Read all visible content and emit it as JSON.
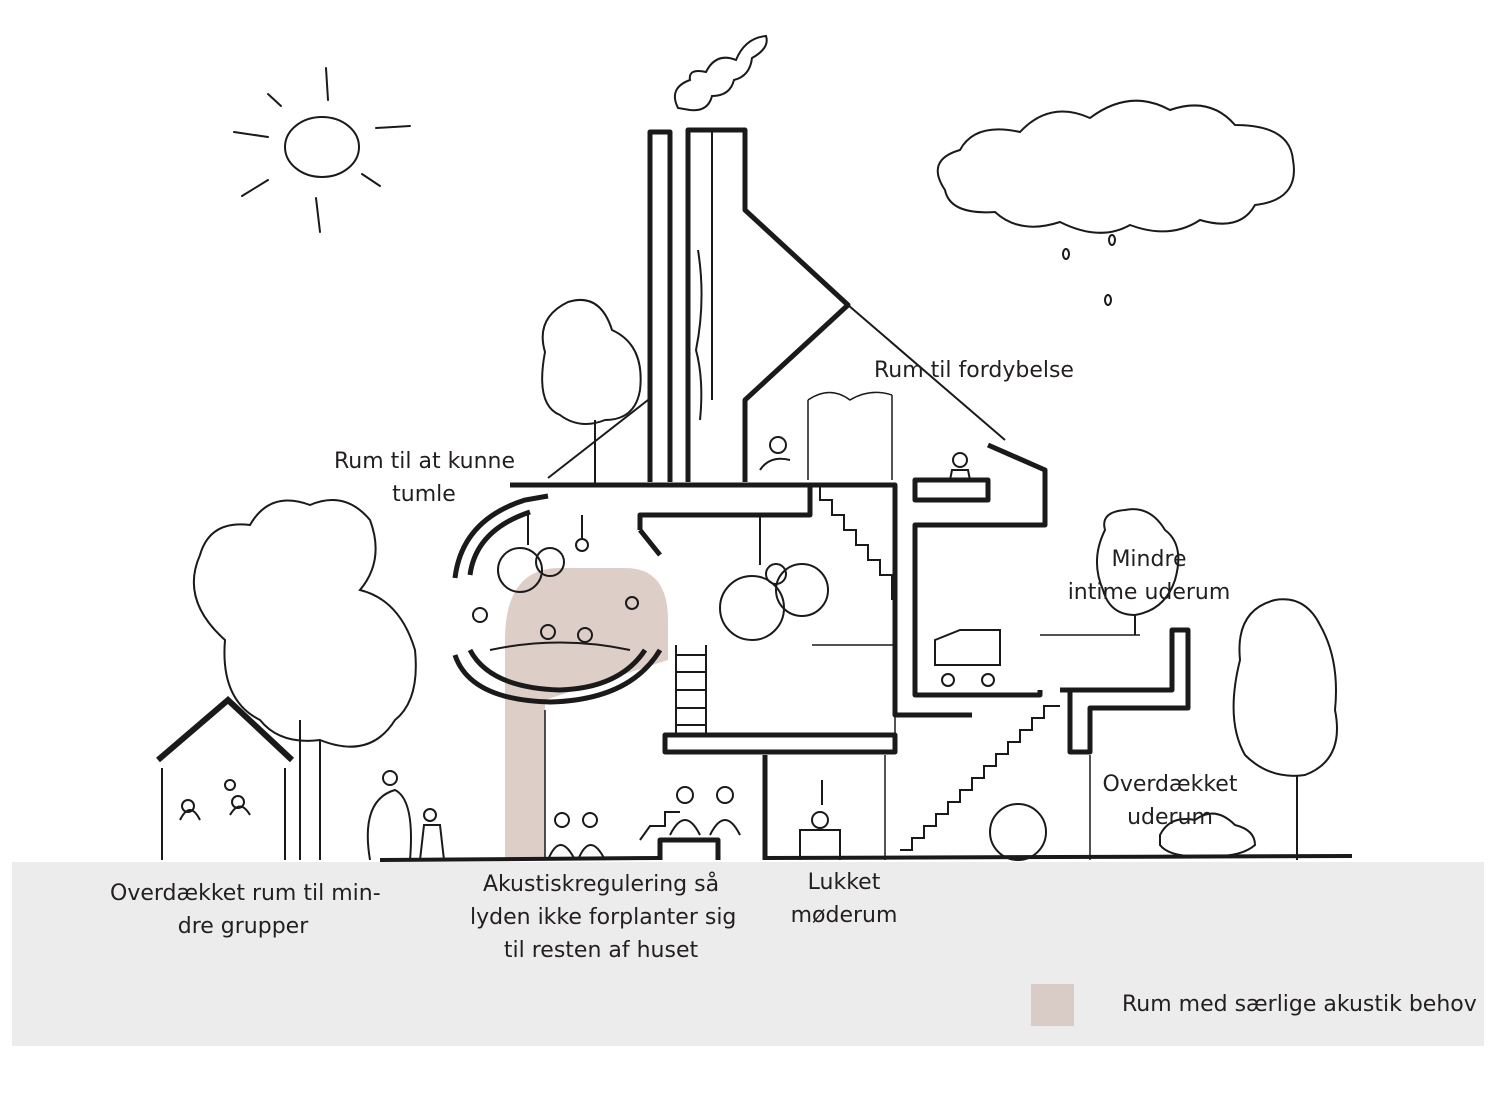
{
  "labels": {
    "fordybelse": "Rum til fordybelse",
    "tumle_1": "Rum til at kunne",
    "tumle_2": "tumle",
    "mindre_1": "Mindre",
    "mindre_2": "intime uderum",
    "overdaekket_uderum_1": "Overdækket",
    "overdaekket_uderum_2": "uderum",
    "grupper_1": "Overdækket rum til min-",
    "grupper_2": "dre grupper",
    "akustik_1": "Akustiskregulering så",
    "akustik_2": "lyden ikke forplanter sig",
    "akustik_3": "til resten af huset",
    "moederum_1": "Lukket",
    "moederum_2": "møderum"
  },
  "legend": {
    "text": "Rum med særlige akustik behov",
    "swatch_color": "#d9cbc6"
  },
  "colors": {
    "ground": "#ececec",
    "acoustic_fill": "#ddcfc8",
    "ink": "#1a1a1a"
  },
  "icons": [
    "sun-icon",
    "cloud-icon",
    "smoke-icon",
    "tree-icon",
    "rain-drop-icon"
  ]
}
